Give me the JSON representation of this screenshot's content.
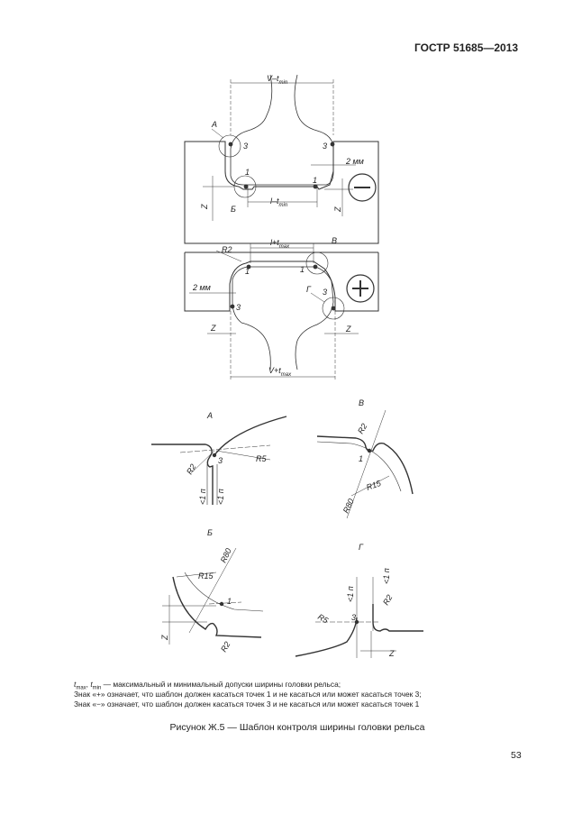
{
  "header": {
    "standard": "ГОСТР 51685—2013"
  },
  "figure": {
    "top_labels": {
      "v_minus_t": "V–t",
      "v_minus_t_sub": "min",
      "l_minus_t": "l–t",
      "l_minus_t_sub": "min",
      "l_plus_t": "l+t",
      "l_plus_t_sub": "max",
      "v_plus_t": "V+t",
      "v_plus_t_sub": "max",
      "two_mm_a": "2 мм",
      "two_mm_b": "2 мм",
      "r2": "R2",
      "z": "Z",
      "one": "1",
      "three": "3",
      "a": "А",
      "b": "Б",
      "v": "В",
      "g": "Г",
      "minus": "−",
      "plus": "+"
    },
    "detail_labels": {
      "a_title": "А",
      "v_title": "В",
      "b_title": "Б",
      "g_title": "Г",
      "r2": "R2",
      "r5": "R5",
      "r15": "R15",
      "r80": "R80",
      "one_n": "<1 п",
      "one": "1",
      "three": "3",
      "z": "Z"
    }
  },
  "notes": {
    "line1_tmax": "t",
    "line1_tmax_sub": "max",
    "line1_tmin": "t",
    "line1_tmin_sub": "min",
    "line1_text": "— максимальный и минимальный допуски ширины головки рельса;",
    "line2": "Знак «+» означает, что шаблон должен касаться точек 1 и не касаться или может касаться точек 3;",
    "line3": "Знак «−» означает, что шаблон должен касаться точек 3 и не касаться или может касаться точек 1"
  },
  "caption": "Рисунок Ж.5 — Шаблон контроля ширины головки рельса",
  "page_number": "53"
}
